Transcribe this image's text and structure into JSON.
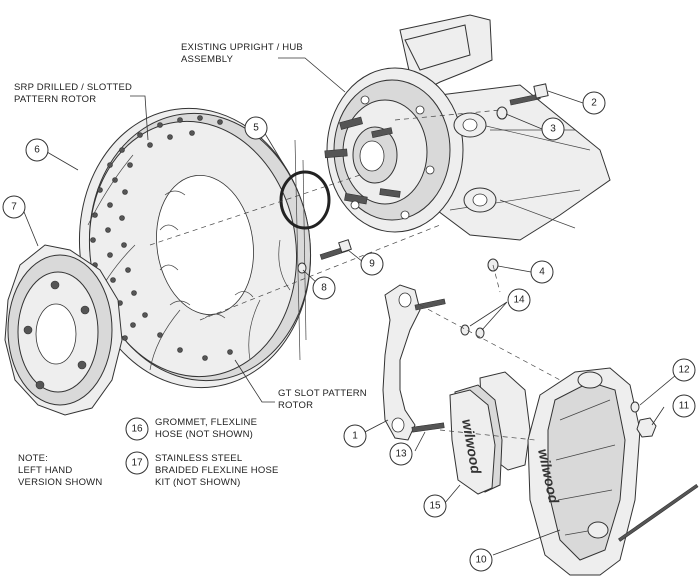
{
  "labels": {
    "upright_line1": "EXISTING UPRIGHT / HUB",
    "upright_line2": "ASSEMBLY",
    "srp_line1": "SRP DRILLED / SLOTTED",
    "srp_line2": "PATTERN ROTOR",
    "gt_line1": "GT SLOT PATTERN",
    "gt_line2": "ROTOR",
    "item16_line1": "GROMMET, FLEXLINE",
    "item16_line2": "HOSE (NOT SHOWN)",
    "item17_line1": "STAINLESS STEEL",
    "item17_line2": "BRAIDED FLEXLINE HOSE",
    "item17_line3": "KIT (NOT SHOWN)",
    "note_line1": "NOTE:",
    "note_line2": "LEFT HAND",
    "note_line3": "VERSION SHOWN"
  },
  "callouts": {
    "c1": "1",
    "c2": "2",
    "c3": "3",
    "c4": "4",
    "c5": "5",
    "c6": "6",
    "c7": "7",
    "c8": "8",
    "c9": "9",
    "c10": "10",
    "c11": "11",
    "c12": "12",
    "c13": "13",
    "c14": "14",
    "c15": "15",
    "c16": "16",
    "c17": "17"
  },
  "brand": {
    "pad_text": "wilwood",
    "caliper_text": "wilwood"
  }
}
